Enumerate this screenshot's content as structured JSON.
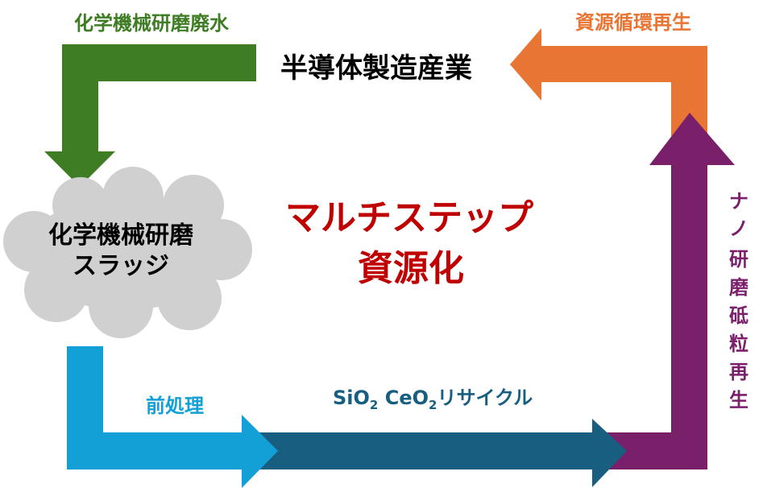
{
  "labels": {
    "waste_water": "化学機械研磨廃水",
    "resource_cycle": "資源循環再生",
    "industry": "半導体製造産業",
    "center_line1": "マルチステップ",
    "center_line2": "資源化",
    "sludge_line1": "化学機械研磨",
    "sludge_line2": "スラッジ",
    "pretreatment": "前処理",
    "recycle": {
      "sio": "SiO",
      "sub1": "2",
      "ceo": " CeO",
      "sub2": "2",
      "rest": "リサイクル"
    },
    "nano_regen": [
      "ナ",
      "ノ",
      "研",
      "磨",
      "砥",
      "粒",
      "再",
      "生"
    ]
  },
  "colors": {
    "green": "#3e7d24",
    "orange": "#e87533",
    "purple": "#7a1f6a",
    "blue": "#13a0d6",
    "teal": "#175e80",
    "red": "#c00000",
    "cloud": "#d0d0d0"
  }
}
